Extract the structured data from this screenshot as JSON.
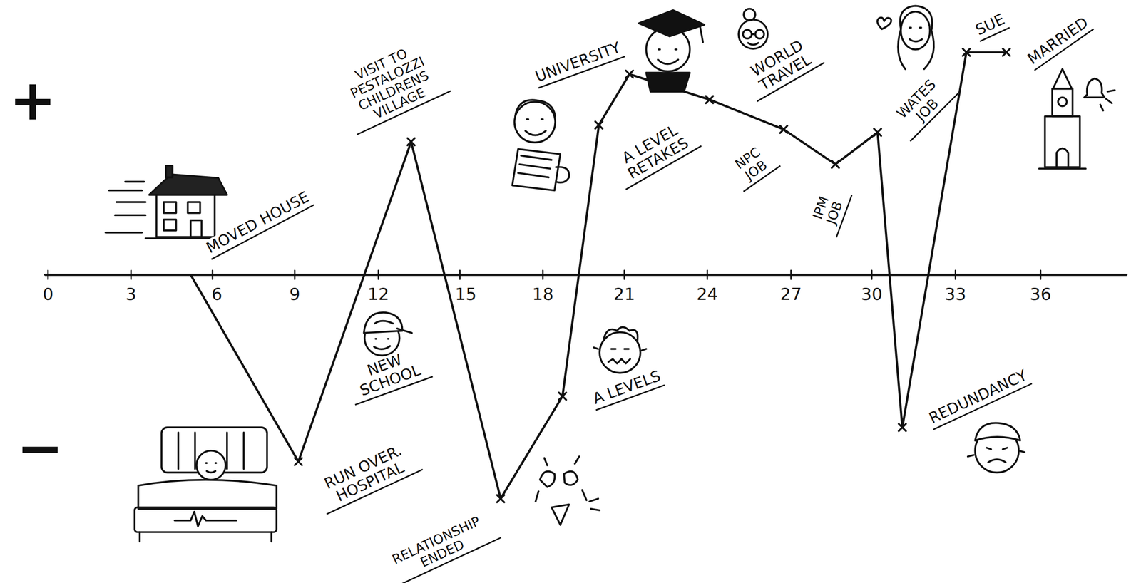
{
  "diagram": {
    "labels": [
      "+",
      "−",
      "0",
      "3",
      "6",
      "9",
      "12",
      "15",
      "18",
      "21",
      "24",
      "27",
      "30",
      "33",
      "36",
      "MOVED HOUSE",
      "RUN OVER. HOSPITAL",
      "NEW SCHOOL",
      "VISIT TO PESTALOZZI CHILDRENS VILLAGE",
      "RELATIONSHIP ENDED",
      "A LEVELS",
      "A LEVEL RETAKES",
      "UNIVERSITY",
      "WORLD TRAVEL",
      "NPC JOB",
      "IPM JOB",
      "WATES JOB",
      "REDUNDANCY",
      "SUE",
      "MARRIED"
    ]
  }
}
